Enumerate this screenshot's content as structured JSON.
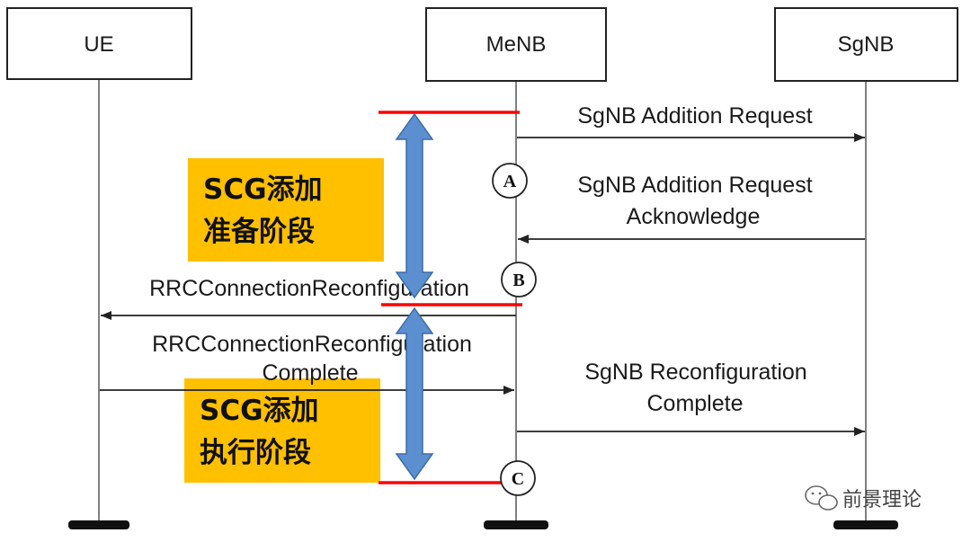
{
  "entities": {
    "ue": "UE",
    "menb": "MeNB",
    "sgnb": "SgNB"
  },
  "messages": {
    "m1": "SgNB Addition Request",
    "m2_line1": "SgNB Addition Request",
    "m2_line2": "Acknowledge",
    "m3": "RRCConnectionReconfiguration",
    "m4_line1": "RRCConnectionReconfiguration",
    "m4_line2": "Complete",
    "m5_line1": "SgNB Reconfiguration",
    "m5_line2": "Complete"
  },
  "markers": {
    "a": "A",
    "b": "B",
    "c": "C"
  },
  "phases": {
    "prep_line1": "SCG添加",
    "prep_line2": "准备阶段",
    "exec_line1": "SCG添加",
    "exec_line2": "执行阶段"
  },
  "watermark": "前景理论",
  "colors": {
    "phase_box": "#FFC000",
    "boundary_line": "#FF0000",
    "phase_arrow": "#5B8FCF",
    "phase_arrow_border": "#3A6BA8",
    "lifeline": "#555555",
    "message_line": "#222222"
  }
}
